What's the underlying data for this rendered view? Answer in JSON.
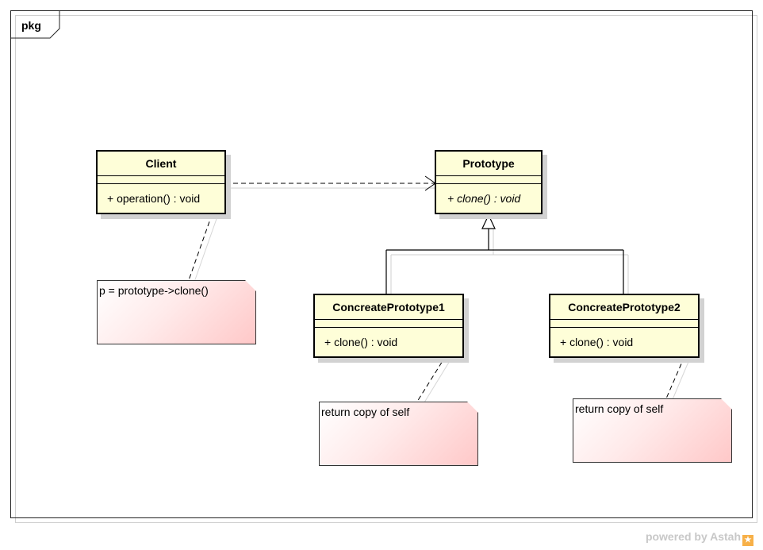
{
  "package": {
    "label": "pkg"
  },
  "classes": {
    "client": {
      "name": "Client",
      "operation": "+ operation() : void"
    },
    "prototype": {
      "name": "Prototype",
      "operation": "+ clone() : void"
    },
    "concrete1": {
      "name": "ConcreatePrototype1",
      "operation": "+ clone() : void"
    },
    "concrete2": {
      "name": "ConcreatePrototype2",
      "operation": "+ clone() : void"
    }
  },
  "notes": {
    "client_note": "p = prototype->clone()",
    "concrete1_note": "return copy of self",
    "concrete2_note": "return copy of self"
  },
  "footer": {
    "powered_by": "powered by Astah"
  },
  "colors": {
    "class_fill": "#fefed8",
    "note_fill": "#ffc8c8",
    "line": "#000000"
  }
}
